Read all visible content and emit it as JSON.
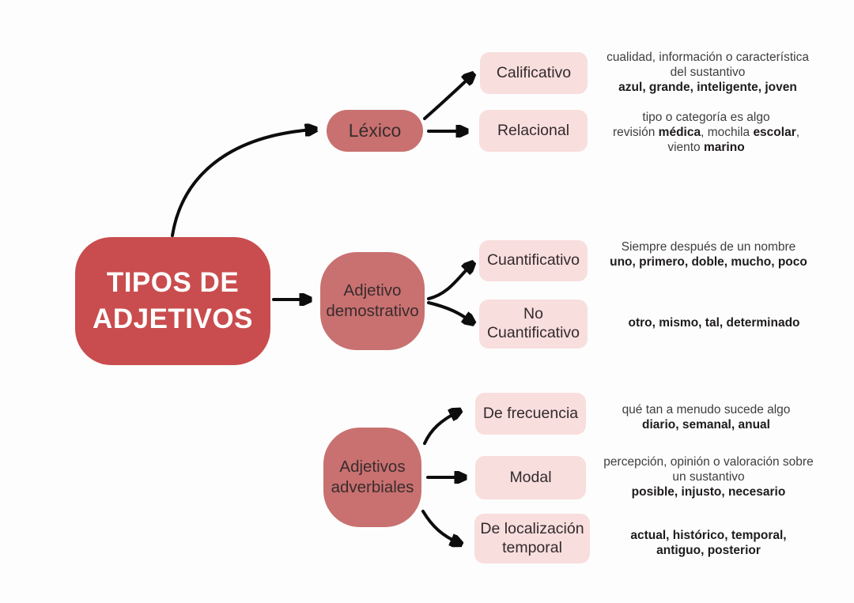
{
  "colors": {
    "background": "#fdfdfd",
    "root_fill": "#c94d4e",
    "root_text": "#ffffff",
    "branch_fill": "#c87170",
    "branch_text": "#3b2b2d",
    "leaf_fill": "#f8dedd",
    "leaf_text": "#332a2c",
    "desc_text": "#403d3e",
    "desc_bold_text": "#1e1b1c",
    "arrow": "#0d0d0d"
  },
  "root": {
    "title_line1": "TIPOS DE",
    "title_line2": "ADJETIVOS"
  },
  "branches": [
    {
      "label": "Léxico",
      "children": [
        {
          "label": "Calificativo",
          "desc": [
            [
              {
                "t": "cualidad, información o característica",
                "b": false
              }
            ],
            [
              {
                "t": "del sustantivo",
                "b": false
              }
            ],
            [
              {
                "t": "azul, grande, inteligente, joven",
                "b": true
              }
            ]
          ]
        },
        {
          "label": "Relacional",
          "desc": [
            [
              {
                "t": "tipo o categoría es algo",
                "b": false
              }
            ],
            [
              {
                "t": "revisión ",
                "b": false
              },
              {
                "t": "médica",
                "b": true
              },
              {
                "t": ", mochila ",
                "b": false
              },
              {
                "t": "escolar",
                "b": true
              },
              {
                "t": ",",
                "b": false
              }
            ],
            [
              {
                "t": "viento ",
                "b": false
              },
              {
                "t": "marino",
                "b": true
              }
            ]
          ]
        }
      ]
    },
    {
      "label": "Adjetivo demostrativo",
      "children": [
        {
          "label": "Cuantificativo",
          "desc": [
            [
              {
                "t": "Siempre después de un nombre",
                "b": false
              }
            ],
            [
              {
                "t": "uno, primero, doble, mucho, poco",
                "b": true
              }
            ]
          ]
        },
        {
          "label": "No Cuantificativo",
          "desc": [
            [
              {
                "t": "otro, mismo, tal, determinado",
                "b": true
              }
            ]
          ]
        }
      ]
    },
    {
      "label": "Adjetivos adverbiales",
      "children": [
        {
          "label": "De frecuencia",
          "desc": [
            [
              {
                "t": "qué tan a menudo sucede algo",
                "b": false
              }
            ],
            [
              {
                "t": "diario, semanal, anual",
                "b": true
              }
            ]
          ]
        },
        {
          "label": "Modal",
          "desc": [
            [
              {
                "t": "percepción, opinión o valoración sobre",
                "b": false
              }
            ],
            [
              {
                "t": "un sustantivo",
                "b": false
              }
            ],
            [
              {
                "t": "posible, injusto, necesario",
                "b": true
              }
            ]
          ]
        },
        {
          "label": "De localización temporal",
          "desc": [
            [
              {
                "t": "actual, histórico, temporal,",
                "b": true
              }
            ],
            [
              {
                "t": "antiguo, posterior",
                "b": true
              }
            ]
          ]
        }
      ]
    }
  ]
}
